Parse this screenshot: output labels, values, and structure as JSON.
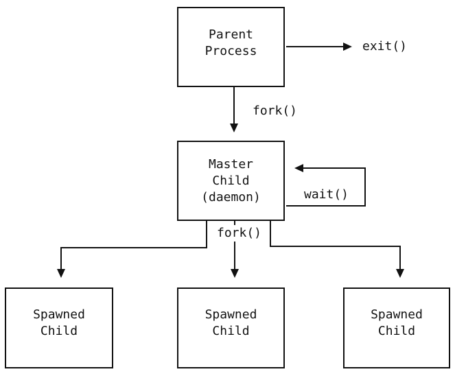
{
  "colors": {
    "ink": "#111111",
    "canvas": "#ffffff"
  },
  "nodes": {
    "parent": {
      "lines": [
        "Parent",
        "Process"
      ]
    },
    "master": {
      "lines": [
        "Master",
        "Child",
        "(daemon)"
      ]
    },
    "spawned_left": {
      "lines": [
        "Spawned",
        "Child"
      ]
    },
    "spawned_middle": {
      "lines": [
        "Spawned",
        "Child"
      ]
    },
    "spawned_right": {
      "lines": [
        "Spawned",
        "Child"
      ]
    }
  },
  "edges": {
    "exit_label": "exit()",
    "fork_top_label": "fork()",
    "wait_label": "wait()",
    "fork_bottom_label": "fork()"
  }
}
